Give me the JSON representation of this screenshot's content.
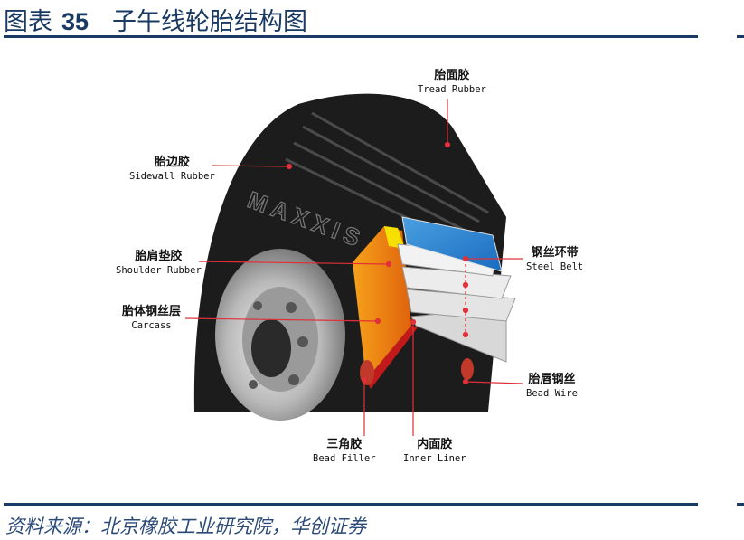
{
  "header": {
    "figure_label": "图表",
    "figure_number": "35",
    "title": "子午线轮胎结构图"
  },
  "diagram": {
    "brand_on_tire": "MAXXIS",
    "labels": [
      {
        "zh": "胎面胶",
        "en": "Tread Rubber"
      },
      {
        "zh": "胎边胶",
        "en": "Sidewall Rubber"
      },
      {
        "zh": "胎肩垫胶",
        "en": "Shoulder Rubber"
      },
      {
        "zh": "胎体钢丝层",
        "en": "Carcass"
      },
      {
        "zh": "钢丝环带",
        "en": "Steel Belt"
      },
      {
        "zh": "胎唇钢丝",
        "en": "Bead Wire"
      },
      {
        "zh": "三角胶",
        "en": "Bead Filler"
      },
      {
        "zh": "内面胶",
        "en": "Inner Liner"
      }
    ],
    "leader_color": "#e0303a"
  },
  "footer": {
    "source": "资料来源：北京橡胶工业研究院，华创证券"
  }
}
